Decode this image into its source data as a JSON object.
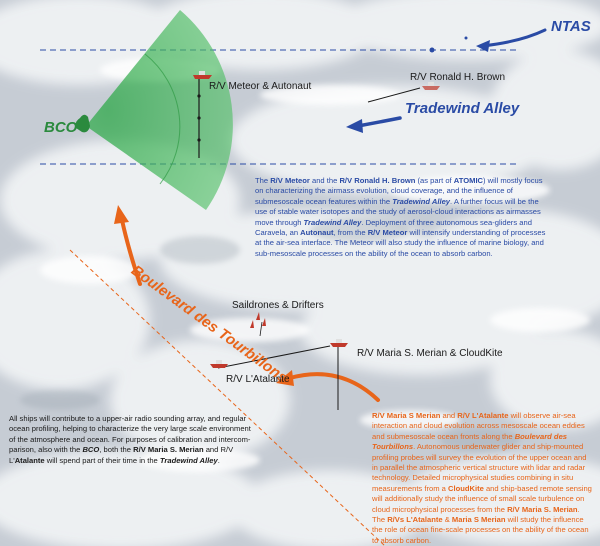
{
  "labels": {
    "ntas": "NTAS",
    "bco": "BCO",
    "tradewind_alley": "Tradewind Alley",
    "boulevard": "Boulevard des Tourbillons",
    "meteor": "R/V Meteor & Autonaut",
    "ronald_brown": "R/V Ronald H. Brown",
    "saildrones": "Saildrones & Drifters",
    "merian": "R/V Maria S. Merian  & CloudKite",
    "atalante": "R/V L'Atalante"
  },
  "colors": {
    "blue": "#2a4ba5",
    "orange": "#e8651a",
    "green": "#2b8a3e",
    "ship_red": "#c0392b"
  },
  "text_blocks": {
    "atomic": {
      "s1": "The ",
      "s2": "R/V Meteor",
      "s3": " and the ",
      "s4": "R/V Ronald H. Brown",
      "s5": " (as part of ",
      "s6": "ATOMIC",
      "s7": ") will mostly focus on characterizing the airmass evolution, cloud coverage, and the influence of submesoscale ocean features within the ",
      "s8": "Tradewind Alley",
      "s9": ".  A further focus will be the use of stable water isotopes and the study of aerosol-cloud interactions as airmasses move through ",
      "s10": "Tradewind Alley",
      "s11": ".  Deployment of three autonomous sea-gliders and Caravela, an ",
      "s12": "Autonaut",
      "s13": ", from the ",
      "s14": "R/V Meteor",
      "s15": " will intensify understanding of processes at the air-sea interface.  The Meteor will also study the influence of marine biology, and sub-mesoscale processes on the ability of the ocean to absorb carbon."
    },
    "eurec4a": {
      "s1": "R/V Maria S Merian",
      "s2": " and ",
      "s3": "R/V L'Atalante",
      "s4": " will observe air-sea interaction and cloud evolution across mesoscale ocean eddies and submesoscale ocean fronts along the ",
      "s5": "Boulevard des Tourbillons",
      "s6": ". Autonomous underwater glider and ship-mounted profiling probes will survey the evolution of the upper ocean and in parallel the atmospheric vertical structure with lidar and radar technology. Detailed microphysical studies combining  in situ measurements from a ",
      "s7": "CloudKite",
      "s8": " and ship-based remote sensing will additionally study the influence of small scale turbulence on cloud microphysical processes from the ",
      "s9": "R/V Maria S. Merian",
      "s10": ".  The ",
      "s11": "R/Vs L'Atalante",
      "s12": " & ",
      "s13": "Maria S Merian",
      "s14": " will study the influence the role of ocean fine-scale processes on the ability of the ocean to absorb carbon."
    },
    "overview": {
      "s1": "All ships will contribute to a upper-air radio sounding array, and regular ocean profiling, helping to characterize the very large scale environment of the atmosphere and ocean.  For purposes of calibration and intercom-parison, also with the ",
      "s2": "BCO",
      "s3": ", both the ",
      "s4": "R/V Maria S. Merian",
      "s5": " and R/V L'",
      "s6": "Atalante",
      "s7": " will spend part of their time in the ",
      "s8": "Tradewind Alley",
      "s9": "."
    }
  }
}
